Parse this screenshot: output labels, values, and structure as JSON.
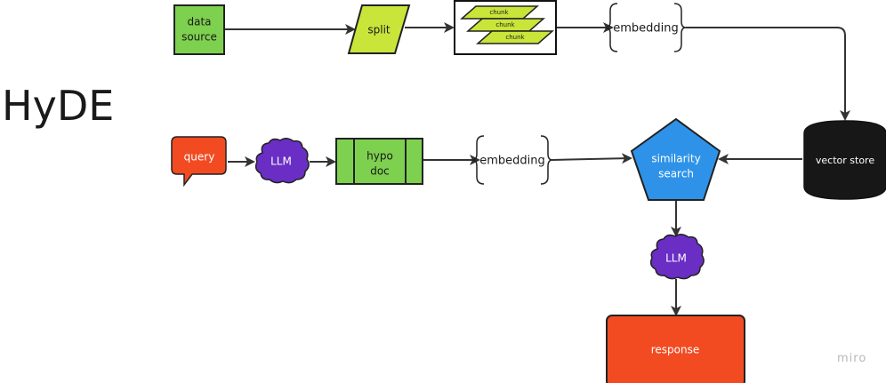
{
  "title": "HyDE",
  "watermark": "miro",
  "colors": {
    "green_box": "#7ed04f",
    "lime": "#c9e53a",
    "red": "#f24b22",
    "purple": "#6a2ec4",
    "blue": "#2e93e8",
    "black": "#171717",
    "line": "#333333"
  },
  "nodes": {
    "data_source": {
      "line1": "data",
      "line2": "source"
    },
    "split": {
      "label": "split"
    },
    "chunks": {
      "items": [
        "chunk",
        "chunk",
        "chunk"
      ]
    },
    "embedding_top": {
      "label": "embedding"
    },
    "vector_store": {
      "label": "vector store"
    },
    "query": {
      "label": "query"
    },
    "llm_1": {
      "label": "LLM"
    },
    "hypo_doc": {
      "line1": "hypo",
      "line2": "doc"
    },
    "embedding_bottom": {
      "label": "embedding"
    },
    "similarity_search": {
      "line1": "similarity",
      "line2": "search"
    },
    "llm_2": {
      "label": "LLM"
    },
    "response": {
      "label": "response"
    }
  },
  "edges": [
    {
      "from": "data_source",
      "to": "split"
    },
    {
      "from": "split",
      "to": "chunks"
    },
    {
      "from": "chunks",
      "to": "embedding_top"
    },
    {
      "from": "embedding_top",
      "to": "vector_store"
    },
    {
      "from": "query",
      "to": "llm_1"
    },
    {
      "from": "llm_1",
      "to": "hypo_doc"
    },
    {
      "from": "hypo_doc",
      "to": "embedding_bottom"
    },
    {
      "from": "embedding_bottom",
      "to": "similarity_search"
    },
    {
      "from": "vector_store",
      "to": "similarity_search"
    },
    {
      "from": "similarity_search",
      "to": "llm_2"
    },
    {
      "from": "llm_2",
      "to": "response"
    }
  ]
}
